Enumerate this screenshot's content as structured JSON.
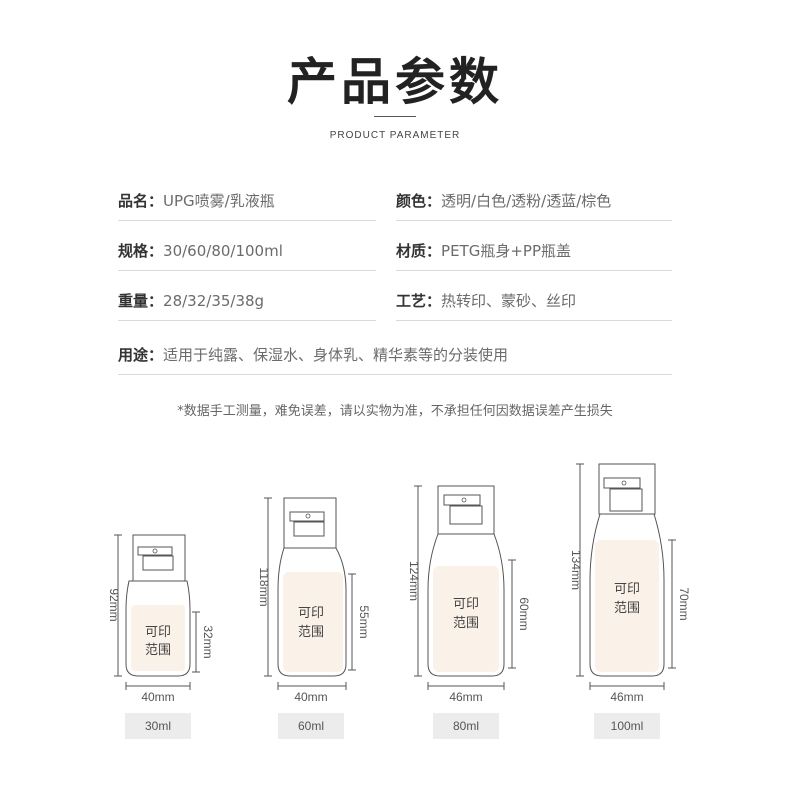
{
  "header": {
    "title": "产品参数",
    "subtitle": "PRODUCT PARAMETER"
  },
  "params": {
    "name": {
      "label": "品名",
      "value": "UPG喷雾/乳液瓶"
    },
    "color": {
      "label": "颜色",
      "value": "透明/白色/透粉/透蓝/棕色"
    },
    "spec": {
      "label": "规格",
      "value": "30/60/80/100ml"
    },
    "material": {
      "label": "材质",
      "value": "PETG瓶身+PP瓶盖"
    },
    "weight": {
      "label": "重量",
      "value": "28/32/35/38g"
    },
    "craft": {
      "label": "工艺",
      "value": "热转印、蒙砂、丝印"
    },
    "usage": {
      "label": "用途",
      "value": "适用于纯露、保湿水、身体乳、精华素等的分装使用"
    }
  },
  "note": "*数据手工测量，难免误差，请以实物为准，不承担任何因数据误差产生损失",
  "bottles": [
    {
      "capacity": "30ml",
      "height": "92mm",
      "print_height": "32mm",
      "width": "40mm",
      "print_line1": "可印",
      "print_line2": "范围"
    },
    {
      "capacity": "60ml",
      "height": "118mm",
      "print_height": "55mm",
      "width": "40mm",
      "print_line1": "可印",
      "print_line2": "范围"
    },
    {
      "capacity": "80ml",
      "height": "124mm",
      "print_height": "60mm",
      "width": "46mm",
      "print_line1": "可印",
      "print_line2": "范围"
    },
    {
      "capacity": "100ml",
      "height": "134mm",
      "print_height": "70mm",
      "width": "46mm",
      "print_line1": "可印",
      "print_line2": "范围"
    }
  ],
  "colors": {
    "print_area": "#faf1e8",
    "line": "#555555",
    "divider": "#d9d9d9"
  }
}
